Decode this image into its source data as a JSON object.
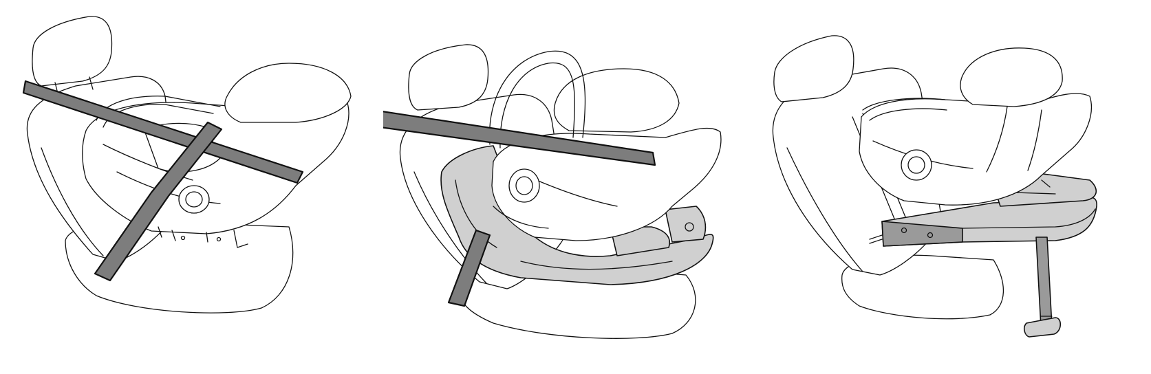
{
  "figure": {
    "panels": [
      {
        "id": "belt-installation",
        "components": [
          "vehicle-seat",
          "infant-carrier",
          "lap-belt",
          "diagonal-belt"
        ]
      },
      {
        "id": "belt-installation-with-base",
        "components": [
          "vehicle-seat",
          "infant-carrier",
          "belted-base",
          "lap-belt",
          "diagonal-belt"
        ]
      },
      {
        "id": "isofix-base-installation",
        "components": [
          "vehicle-seat",
          "infant-carrier",
          "isofix-base",
          "support-leg"
        ]
      }
    ],
    "colors": {
      "line": "#111111",
      "fill": "#ffffff",
      "belt": "#7d7d7d",
      "base": "#d0d0d0",
      "base_dark": "#9a9a9a"
    }
  }
}
